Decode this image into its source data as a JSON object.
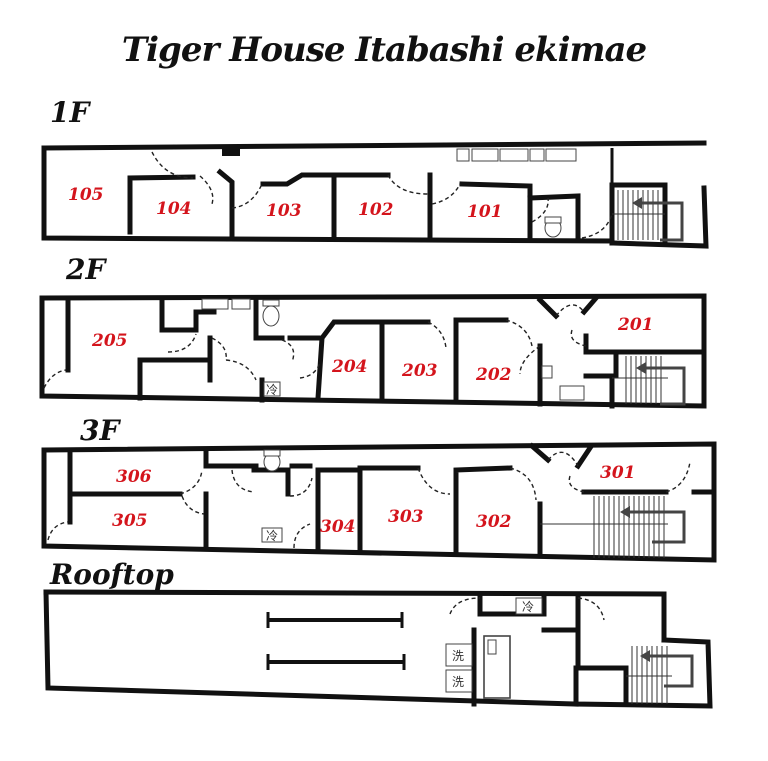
{
  "title": "Tiger House Itabashi ekimae",
  "floors": {
    "f1": {
      "label": "1F",
      "rooms": [
        "105",
        "104",
        "103",
        "102",
        "101"
      ]
    },
    "f2": {
      "label": "2F",
      "rooms": [
        "205",
        "204",
        "203",
        "202",
        "201"
      ]
    },
    "f3": {
      "label": "3F",
      "rooms": [
        "306",
        "305",
        "304",
        "303",
        "302",
        "301"
      ]
    },
    "roof": {
      "label": "Rooftop"
    }
  },
  "fixture_labels": {
    "fridge": "冷",
    "washer": "洗"
  },
  "colors": {
    "room_number": "#d4141c",
    "wall": "#111111"
  }
}
